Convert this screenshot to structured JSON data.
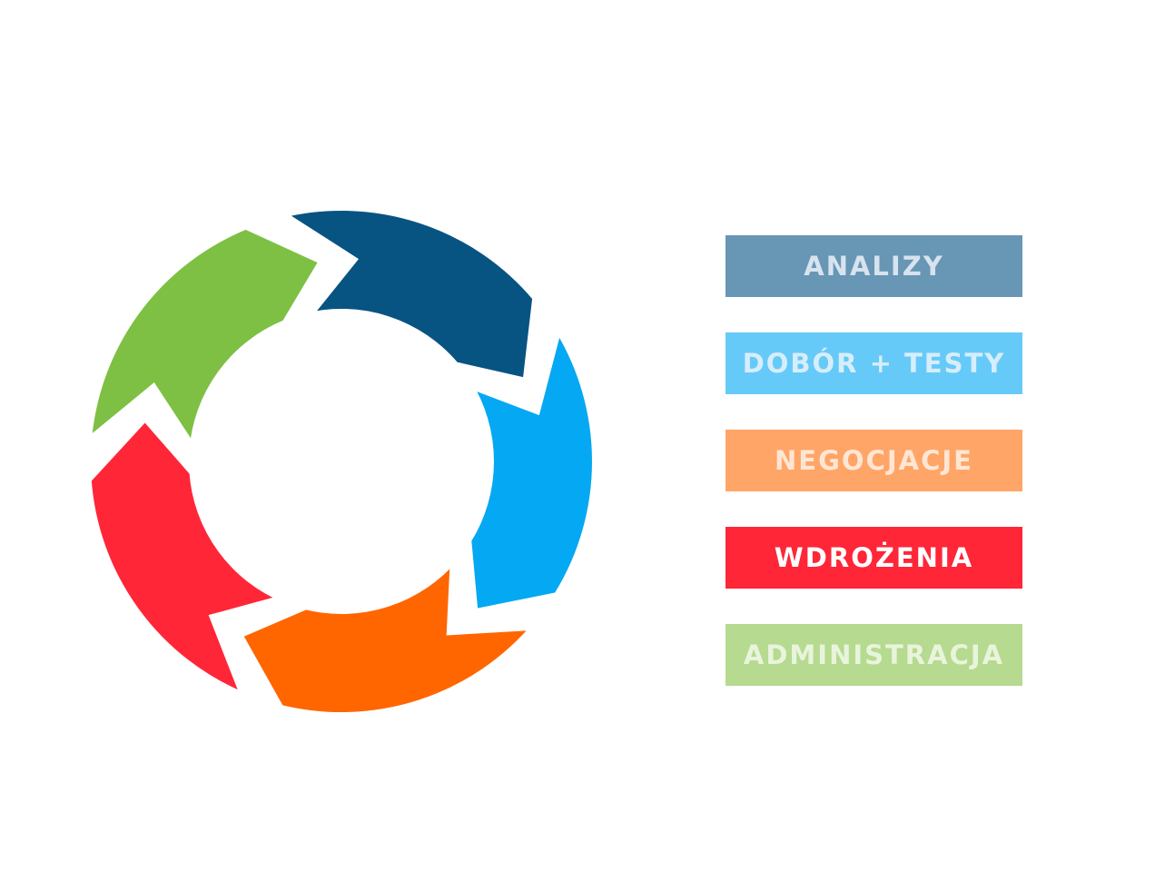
{
  "diagram": {
    "type": "cycle",
    "steps": [
      {
        "label": "ANALIZY",
        "arrow_color": "#075482",
        "legend_bg": "#6896B5",
        "legend_text": "#D7E3EE"
      },
      {
        "label": "DOBÓR + TESTY",
        "arrow_color": "#05A8F2",
        "legend_bg": "#66CAF8",
        "legend_text": "#D6EEFB"
      },
      {
        "label": "NEGOCJACJE",
        "arrow_color": "#FF6600",
        "legend_bg": "#FFA568",
        "legend_text": "#FFE6D3"
      },
      {
        "label": "WDROŻENIA",
        "arrow_color": "#FF2638",
        "legend_bg": "#FF2638",
        "legend_text": "#FFFFFF"
      },
      {
        "label": "ADMINISTRACJA",
        "arrow_color": "#7DC044",
        "legend_bg": "#B6DA90",
        "legend_text": "#E8F4DB"
      }
    ]
  }
}
